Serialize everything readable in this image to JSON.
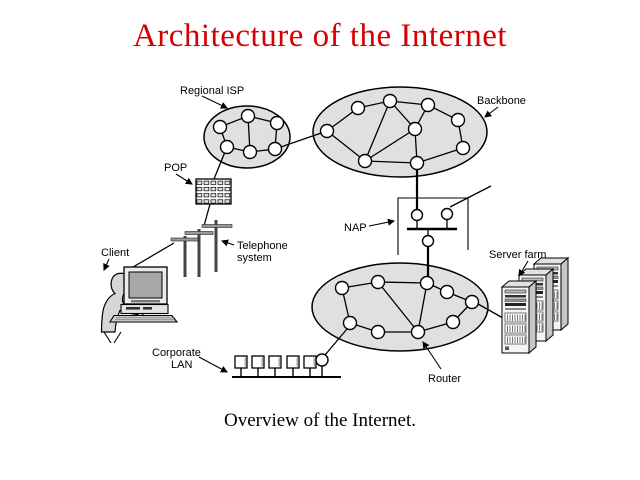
{
  "slide": {
    "title": "Architecture of the Internet",
    "caption": "Overview of the Internet."
  },
  "diagram": {
    "labels": {
      "regional_isp": "Regional ISP",
      "backbone": "Backbone",
      "pop": "POP",
      "telephone_line1": "Telephone",
      "telephone_line2": "system",
      "client": "Client",
      "nap": "NAP",
      "server_farm": "Server farm",
      "corporate_line1": "Corporate",
      "corporate_line2": "LAN",
      "router": "Router"
    },
    "colors": {
      "title_red": "#d60000",
      "cloud_fill": "#e0e0e0",
      "node_fill": "#ffffff",
      "line": "#000000"
    },
    "counts": {
      "regional_isp_nodes": 6,
      "backbone_nodes": 9,
      "lower_isp_nodes": 9,
      "nap_nodes": 3,
      "corporate_lan_pcs": 5,
      "server_towers": 3,
      "telephone_poles": 3
    }
  }
}
